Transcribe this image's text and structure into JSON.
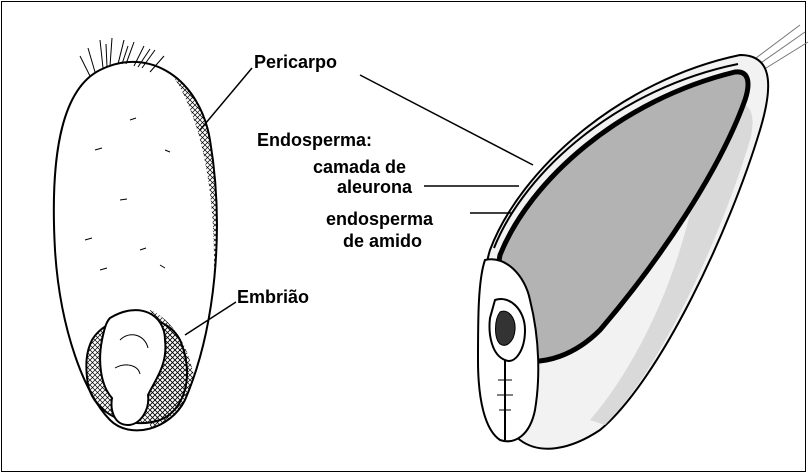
{
  "labels": {
    "pericarpo": "Pericarpo",
    "endosperma_title": "Endosperma:",
    "camada_line1": "camada de",
    "camada_line2": "aleurona",
    "amido_line1": "endosperma",
    "amido_line2": "de amido",
    "embriao": "Embrião"
  },
  "colors": {
    "endosperm_fill": "#b3b3b3",
    "outline": "#000000",
    "background": "#ffffff"
  }
}
